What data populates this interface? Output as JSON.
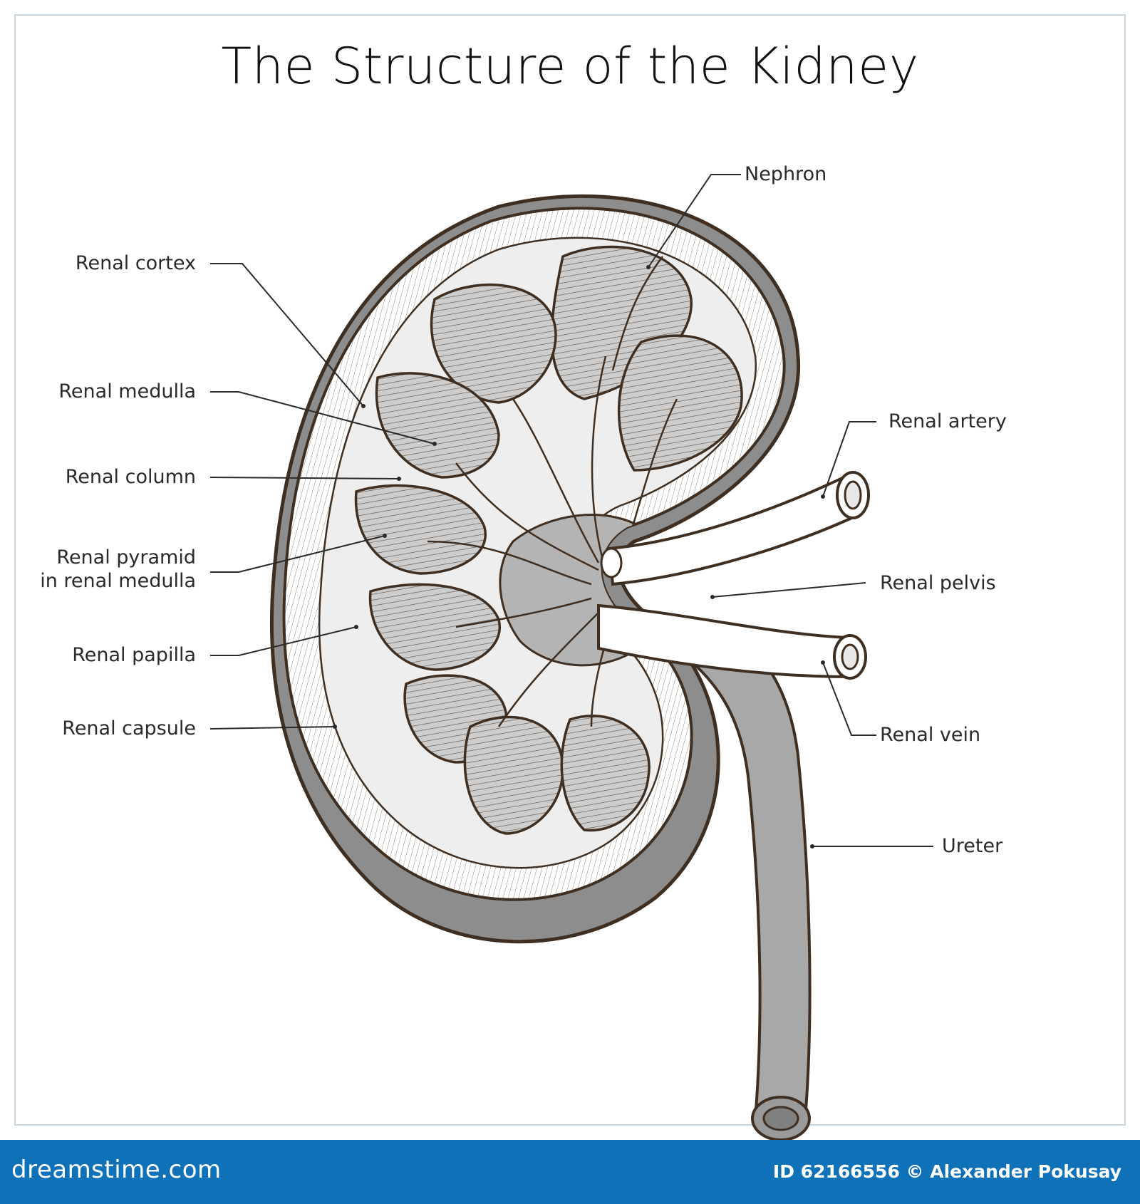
{
  "title": "The Structure of the Kidney",
  "labels": {
    "nephron": "Nephron",
    "renal_cortex": "Renal cortex",
    "renal_medulla": "Renal medulla",
    "renal_column": "Renal column",
    "renal_pyramid_line1": "Renal pyramid",
    "renal_pyramid_line2": "in renal medulla",
    "renal_papilla": "Renal papilla",
    "renal_capsule": "Renal capsule",
    "renal_artery": "Renal artery",
    "renal_pelvis": "Renal pelvis",
    "renal_vein": "Renal vein",
    "ureter": "Ureter"
  },
  "footer": {
    "brand": "dreamstime.com",
    "credit": "ID 62166556 © Alexander Pokusay"
  },
  "colors": {
    "outline": "#3f2f22",
    "capsule_fill": "#8d8d8d",
    "pyramid_fill": "#c9c9c9",
    "pelvis_fill": "#b4b4b4",
    "vessel_fill": "#ffffff",
    "footer_bg": "#0f72b8"
  }
}
